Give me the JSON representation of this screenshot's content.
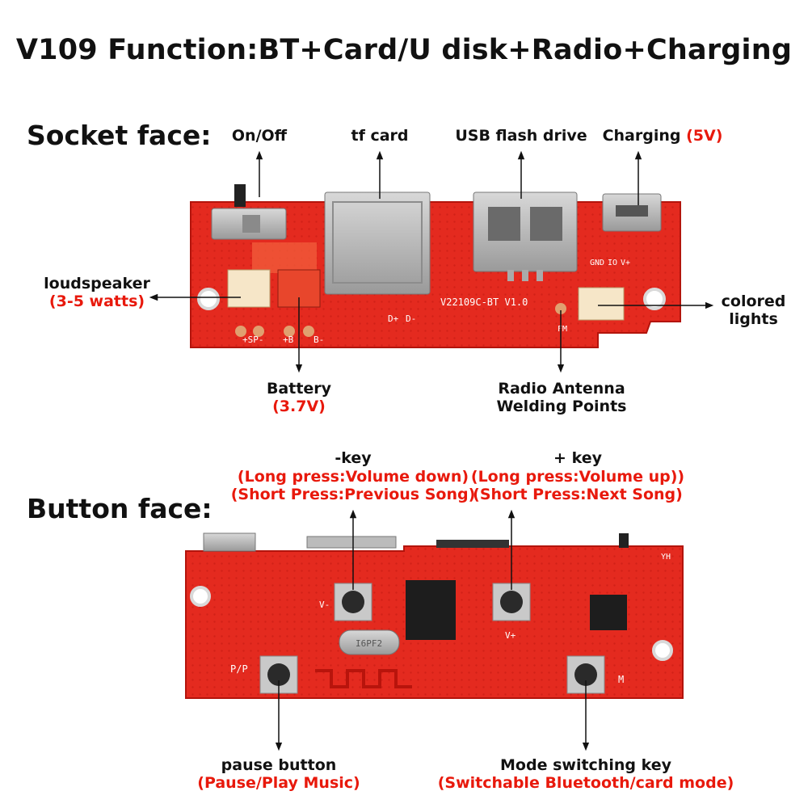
{
  "title": "V109 Function:BT+Card/U disk+Radio+Charging",
  "socket_face": {
    "heading": "Socket face:",
    "on_off": "On/Off",
    "tf_card": "tf card",
    "usb_flash": "USB flash drive",
    "charging": "Charging",
    "charging_voltage": "(5V)",
    "loudspeaker": "loudspeaker",
    "loudspeaker_power": "(3-5 watts)",
    "colored_lights_1": "colored",
    "colored_lights_2": "lights",
    "battery": "Battery",
    "battery_voltage": "(3.7V)",
    "radio_1": "Radio Antenna",
    "radio_2": "Welding Points",
    "pcb_silk": {
      "model": "V22109C-BT V1.0",
      "sp": "+SP-",
      "b_plus": "+B",
      "b_minus": "B-",
      "d_plus": "D+",
      "d_minus": "D-",
      "v_plus": "V+",
      "io": "IO",
      "gnd": "GND",
      "fm": "FM"
    }
  },
  "button_face": {
    "heading": "Button face:",
    "minus_key": "-key",
    "minus_long": "(Long press:Volume down)",
    "minus_short": "(Short Press:Previous Song)",
    "plus_key": "+ key",
    "plus_long": "(Long press:Volume up))",
    "plus_short": "(Short Press:Next Song)",
    "pause": "pause button",
    "pause_desc": "(Pause/Play Music)",
    "mode": "Mode switching key",
    "mode_desc": "(Switchable Bluetooth/card mode)",
    "pcb_silk": {
      "pp": "P/P",
      "m": "M",
      "v_minus": "V-",
      "v_plus": "V+",
      "yh": "YH",
      "crystal": "I6PF2"
    }
  },
  "colors": {
    "pcb_red": "#e42a1f",
    "accent_red": "#e8190c",
    "metal": "#b8b8b8"
  }
}
